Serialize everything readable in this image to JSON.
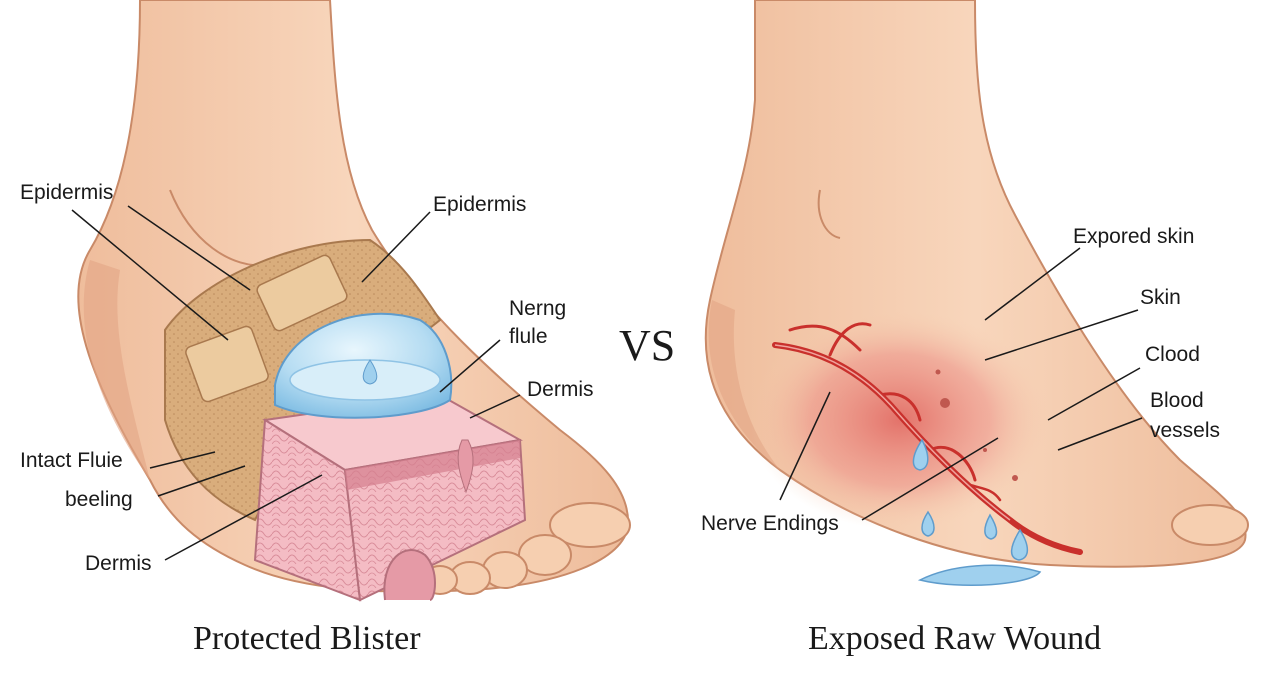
{
  "left_panel": {
    "caption": "Protected Blister",
    "labels": {
      "epidermis_left": "Epidermis",
      "epidermis_right": "Epidermis",
      "nerng_line1": "Nerng",
      "nerng_line2": "flule",
      "dermis_top": "Dermis",
      "intact_fluie": "Intact Fluie",
      "beeling": "beeling",
      "dermis_bottom": "Dermis"
    }
  },
  "vs": "VS",
  "right_panel": {
    "caption": "Exposed Raw Wound",
    "labels": {
      "expored_skin": "Expored skin",
      "skin": "Skin",
      "clood": "Clood",
      "blood_line1": "Blood",
      "blood_line2": "vessels",
      "nerve_endings": "Nerve Endings"
    }
  },
  "colors": {
    "skin": "#f6cfb0",
    "skin_shadow": "#e7a988",
    "bandage": "#d9ad7c",
    "blister": "#b9e0f4",
    "dermis": "#f2b3bd",
    "wound": "#e9837c",
    "vessel": "#c9302c",
    "fluid": "#8fcbea"
  }
}
